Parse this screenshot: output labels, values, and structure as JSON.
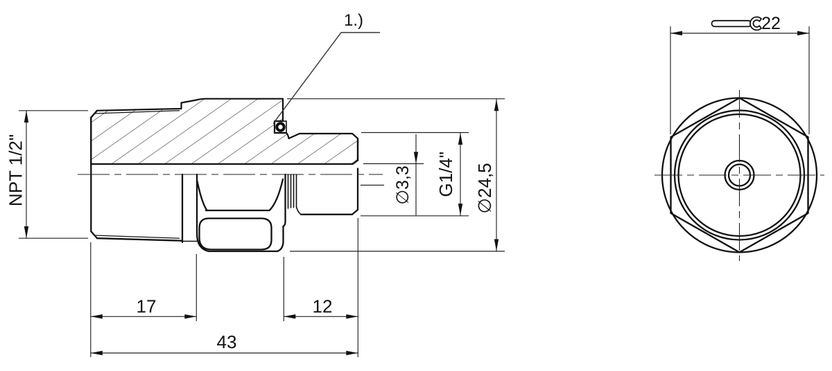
{
  "drawing": {
    "type": "technical-drawing",
    "colors": {
      "line": "#111111",
      "background": "#ffffff"
    },
    "callout": {
      "label": "1.)"
    },
    "side_view": {
      "dims": {
        "npt_thread": {
          "label": "NPT 1/2\""
        },
        "bore_diameter": {
          "label": "∅3,3"
        },
        "g_thread": {
          "label": "G1/4\""
        },
        "collar_diameter": {
          "label": "∅24,5"
        },
        "npt_length": {
          "label": "17"
        },
        "g_length": {
          "label": "12"
        },
        "total_length": {
          "label": "43"
        }
      }
    },
    "end_view": {
      "dims": {
        "wrench_size": {
          "label": "22"
        }
      },
      "icons": {
        "wrench": "open-end-wrench"
      }
    }
  }
}
